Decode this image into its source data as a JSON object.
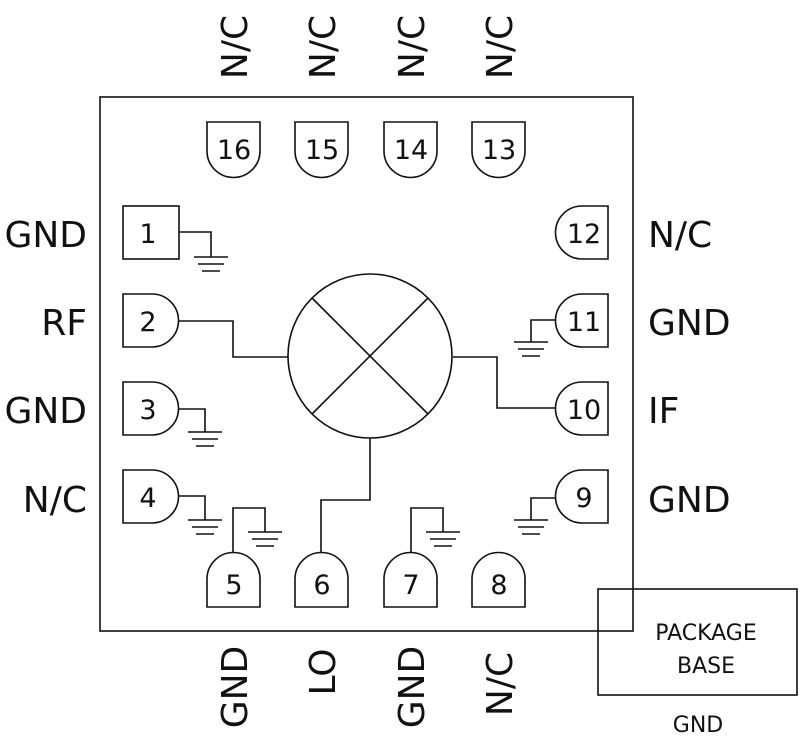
{
  "pins": {
    "1": {
      "number": "1",
      "label": "GND"
    },
    "2": {
      "number": "2",
      "label": "RF"
    },
    "3": {
      "number": "3",
      "label": "GND"
    },
    "4": {
      "number": "4",
      "label": "N/C"
    },
    "5": {
      "number": "5",
      "label": "GND"
    },
    "6": {
      "number": "6",
      "label": "LO"
    },
    "7": {
      "number": "7",
      "label": "GND"
    },
    "8": {
      "number": "8",
      "label": "N/C"
    },
    "9": {
      "number": "9",
      "label": "GND"
    },
    "10": {
      "number": "10",
      "label": "IF"
    },
    "11": {
      "number": "11",
      "label": "GND"
    },
    "12": {
      "number": "12",
      "label": "N/C"
    },
    "13": {
      "number": "13",
      "label": "N/C"
    },
    "14": {
      "number": "14",
      "label": "N/C"
    },
    "15": {
      "number": "15",
      "label": "N/C"
    },
    "16": {
      "number": "16",
      "label": "N/C"
    }
  },
  "package_base": {
    "line1": "PACKAGE",
    "line2": "BASE",
    "label": "GND"
  }
}
